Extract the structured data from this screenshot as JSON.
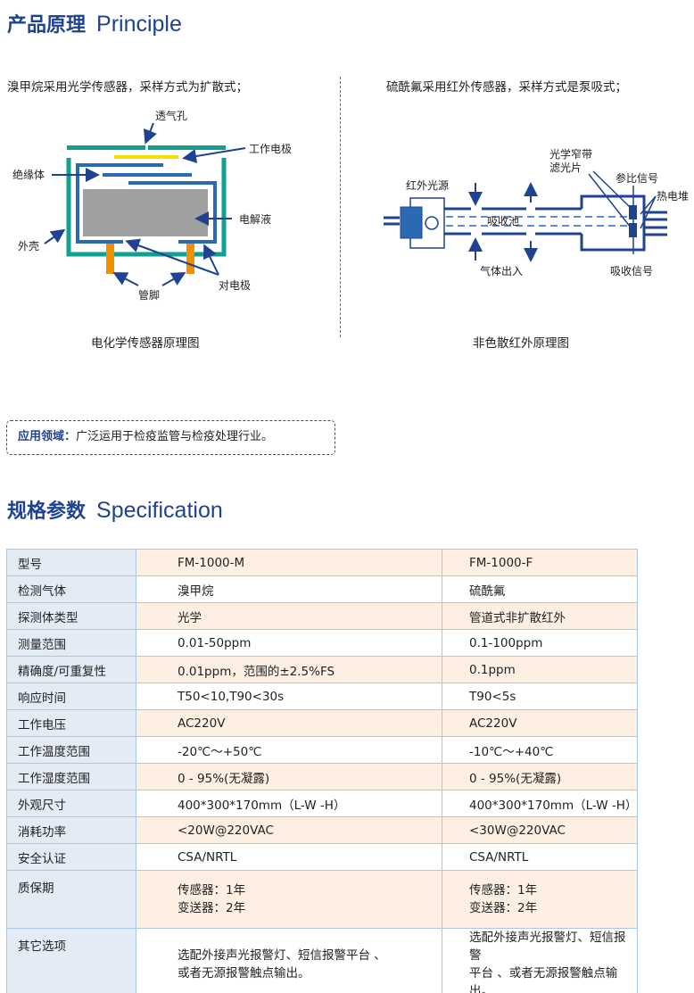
{
  "principle": {
    "title_cn": "产品原理",
    "title_en": "Principle"
  },
  "left": {
    "intro": "溴甲烷采用光学传感器，采样方式为扩散式；",
    "caption": "电化学传感器原理图",
    "labels": {
      "vent": "透气孔",
      "working_electrode": "工作电极",
      "insulator": "绝缘体",
      "electrolyte": "电解液",
      "shell": "外壳",
      "counter_electrode": "对电极",
      "pins": "管脚"
    }
  },
  "right": {
    "intro": "硫酰氟采用红外传感器，采样方式是泵吸式；",
    "caption": "非色散红外原理图",
    "labels": {
      "ir_source": "红外光源",
      "filter_line1": "光学窄带",
      "filter_line2": "滤光片",
      "reference": "参比信号",
      "thermopile": "热电堆",
      "cell": "吸收池",
      "gas_io": "气体出入",
      "absorb_signal": "吸收信号"
    }
  },
  "application": {
    "label": "应用领域：",
    "text": "广泛运用于检疫监管与检疫处理行业。"
  },
  "spec": {
    "title_cn": "规格参数",
    "title_en": "Specification"
  },
  "table": [
    [
      "型号",
      "FM-1000-M",
      "FM-1000-F"
    ],
    [
      "检测气体",
      "溴甲烷",
      "硫酰氟"
    ],
    [
      "探测体类型",
      "光学",
      "管道式非扩散红外"
    ],
    [
      "测量范围",
      "0.01-50ppm",
      "0.1-100ppm"
    ],
    [
      "精确度/可重复性",
      "0.01ppm，范围的±2.5%FS",
      "0.1ppm"
    ],
    [
      "响应时间",
      "T50<10,T90<30s",
      "T90<5s"
    ],
    [
      "工作电压",
      "AC220V",
      "AC220V"
    ],
    [
      "工作温度范围",
      "-20℃～+50℃",
      "-10℃～+40℃"
    ],
    [
      "工作湿度范围",
      "0 - 95%(无凝露)",
      "0 - 95%(无凝露)"
    ],
    [
      "外观尺寸",
      "400*300*170mm（L-W -H）",
      "400*300*170mm（L-W -H）"
    ],
    [
      "消耗功率",
      "<20W@220VAC",
      "<30W@220VAC"
    ],
    [
      "安全认证",
      "CSA/NRTL",
      "CSA/NRTL"
    ],
    [
      "质保期",
      "传感器：1年\n变送器：2年",
      "传感器：1年\n变送器：2年"
    ],
    [
      "其它选项",
      "选配外接声光报警灯、短信报警平台 、\n或者无源报警触点输出。",
      "选配外接声光报警灯、短信报警\n平台 、或者无源报警触点输出。"
    ]
  ]
}
